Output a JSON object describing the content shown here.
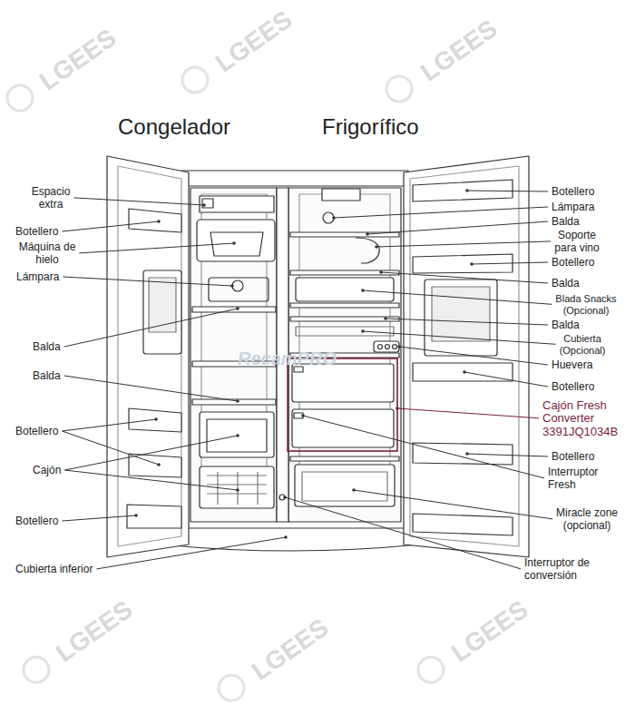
{
  "diagram": {
    "labels": [
      "Congelador",
      "Frigorífico",
      "Espacio extra",
      "Botellero",
      "Máquina de hielo",
      "Lámpara",
      "Balda",
      "Balda",
      "Botellero",
      "Cajón",
      "Botellero",
      "Cubierta inferior",
      "Botellero",
      "Lámpara",
      "Balda",
      "Soporte para vino",
      "Botellero",
      "Balda",
      "Blada Snacks (Opcional)",
      "Balda",
      "Cubierta (Opcional)",
      "Huevera",
      "Botellero",
      "Cajón Fresh Converter 3391JQ1034B",
      "Botellero",
      "Interruptor Fresh",
      "Miracle zone (opcional)",
      "Interruptor de conversión",
      "LGEES",
      "LGEES",
      "LGEES",
      "LGEES",
      "LGEES",
      "LGEES",
      "RecamPRO"
    ]
  }
}
